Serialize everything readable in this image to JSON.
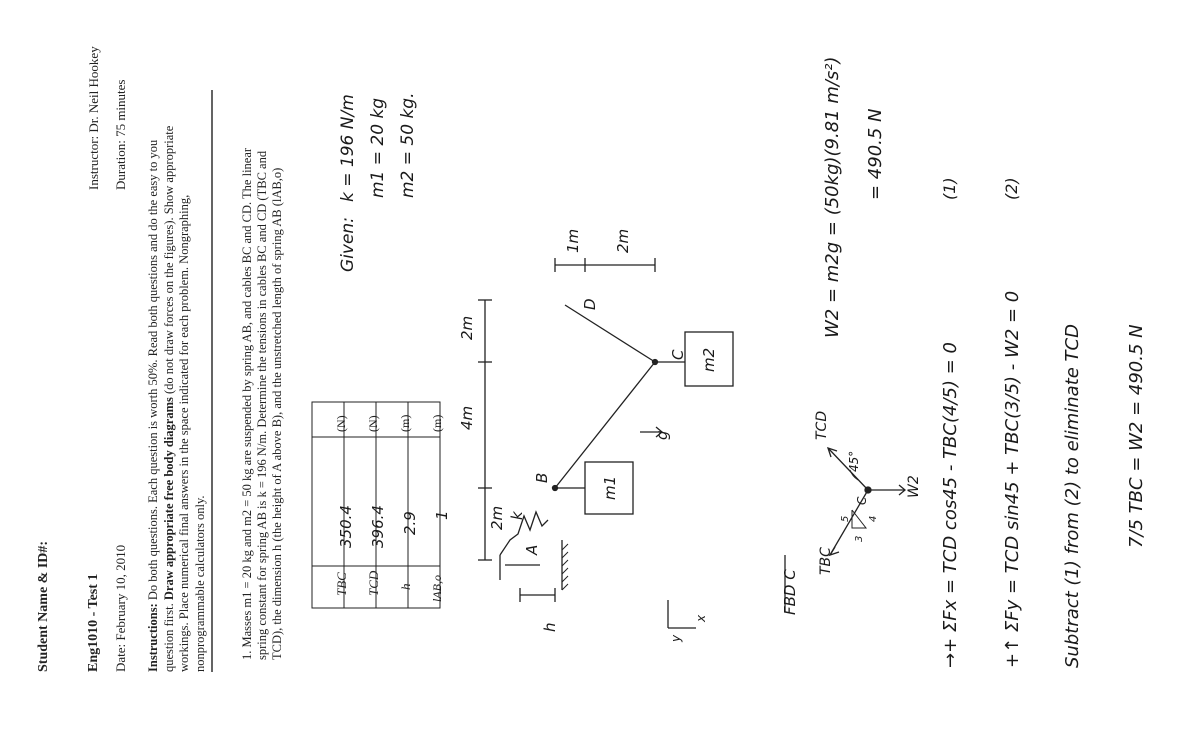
{
  "header": {
    "student_name_label": "Student Name & ID#:",
    "course": "Eng1010 - Test 1",
    "instructor": "Instructor:  Dr.  Neil Hookey",
    "date": "Date:  February 10, 2010",
    "duration": "Duration:  75 minutes"
  },
  "instructions": {
    "label": "Instructions:",
    "text_1": "Do both questions.  Each question is worth 50%.  Read both questions and do the easy to you question first.",
    "bold": "Draw appropriate free body diagrams",
    "text_2": "(do not draw forces on the figures).  Show appropriate workings.  Place numerical final answers in the space indicated for each problem.  Nongraphing, nonprogrammable calculators only."
  },
  "problem": {
    "number": "1.",
    "text": "Masses m1 = 20 kg and m2 = 50 kg are suspended by spring AB, and cables BC and CD. The linear spring constant for spring AB is k = 196 N/m. Determine the tensions in cables BC and CD (TBC and TCD), the dimension h (the height of A above B), and the unstretched length of spring AB (lAB,o)"
  },
  "answers": [
    {
      "symbol": "TBC",
      "value": "350.4",
      "unit": "(N)"
    },
    {
      "symbol": "TCD",
      "value": "396.4",
      "unit": "(N)"
    },
    {
      "symbol": "h",
      "value": "2.9",
      "unit": "(m)"
    },
    {
      "symbol": "lAB,o",
      "value": "1",
      "unit": "(m)"
    }
  ],
  "given": {
    "label": "Given:",
    "k": "k = 196 N/m",
    "m1": "m1 = 20 kg",
    "m2": "m2 = 50 kg."
  },
  "figure": {
    "dim_2m_left": "2m",
    "dim_4m": "4m",
    "dim_2m_right": "2m",
    "dim_1m": "1m",
    "dim_2m_vert": "2m",
    "h": "h",
    "k": "k",
    "A": "A",
    "B": "B",
    "C": "C",
    "D": "D",
    "m1": "m1",
    "m2": "m2",
    "g": "g"
  },
  "fbd": {
    "title": "FBD C",
    "TBC": "TBC",
    "TCD": "TCD",
    "W2": "W2",
    "C": "C",
    "angle": "45°",
    "tri_3": "3",
    "tri_4": "4",
    "tri_5": "5",
    "axes_y": "y",
    "axes_x": "x"
  },
  "work": {
    "w2_line1": "W2 = m2g = (50kg)(9.81 m/s²)",
    "w2_line2": "= 490.5 N",
    "eq1": "→+ ΣFx = TCD cos45 - TBC(4/5) = 0",
    "eq1_tag": "(1)",
    "eq2": "+↑ ΣFy = TCD sin45 + TBC(3/5) - W2 = 0",
    "eq2_tag": "(2)",
    "subtract": "Subtract (1) from (2) to eliminate TCD",
    "result": "7/5 TBC = W2 = 490.5 N"
  }
}
